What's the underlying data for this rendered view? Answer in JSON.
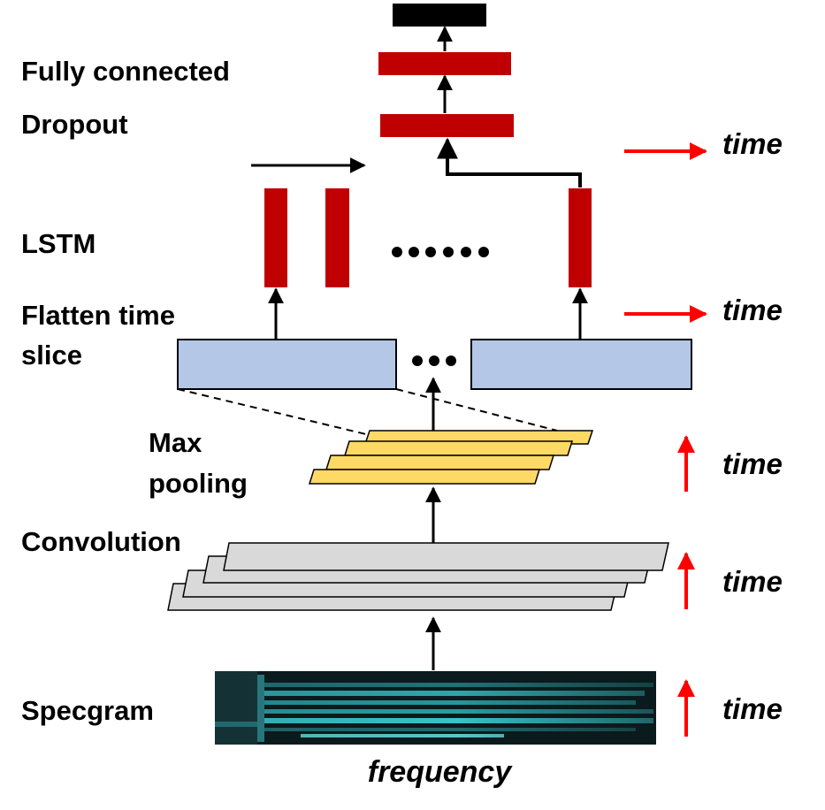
{
  "labels": {
    "fully_connected": "Fully connected",
    "dropout": "Dropout",
    "lstm": "LSTM",
    "flatten_line1": "Flatten time",
    "flatten_line2": "slice",
    "maxpool_line1": "Max",
    "maxpool_line2": "pooling",
    "convolution": "Convolution",
    "specgram": "Specgram",
    "frequency": "frequency"
  },
  "axis_labels": {
    "time": "time"
  },
  "colors": {
    "dense_red": "#c00000",
    "output_black": "#000000",
    "flatten_blue": "#b4c7e7",
    "pool_yellow": "#ffd966",
    "conv_gray": "#d9d9d9",
    "arrow_red": "#ff0000",
    "specgram_cyan": "#40e0e8",
    "specgram_dark": "#0b1a1c"
  },
  "icons": {
    "up": "arrow-up-icon",
    "right": "arrow-right-icon",
    "ellipsis": "ellipsis-icon"
  }
}
